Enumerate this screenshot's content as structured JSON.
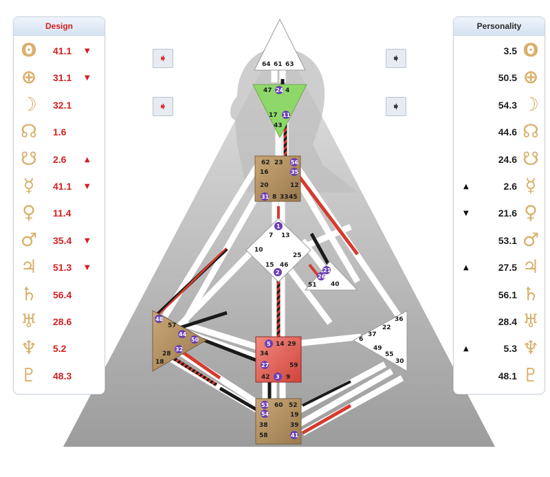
{
  "design": {
    "title": "Design",
    "rows": [
      {
        "icon": "sun-icon",
        "glyph": "ʘ",
        "value": "41.1",
        "marker": "▼"
      },
      {
        "icon": "earth-icon",
        "glyph": "⊕",
        "value": "31.1",
        "marker": "▼"
      },
      {
        "icon": "moon-icon",
        "glyph": "☽",
        "value": "32.1",
        "marker": ""
      },
      {
        "icon": "north-node-icon",
        "glyph": "☊",
        "value": "1.6",
        "marker": ""
      },
      {
        "icon": "south-node-icon",
        "glyph": "☋",
        "value": "2.6",
        "marker": "▲"
      },
      {
        "icon": "mercury-icon",
        "glyph": "☿",
        "value": "41.1",
        "marker": "▼"
      },
      {
        "icon": "venus-icon",
        "glyph": "♀",
        "value": "11.4",
        "marker": ""
      },
      {
        "icon": "mars-icon",
        "glyph": "♂",
        "value": "35.4",
        "marker": "▼"
      },
      {
        "icon": "jupiter-icon",
        "glyph": "♃",
        "value": "51.3",
        "marker": "▼"
      },
      {
        "icon": "saturn-icon",
        "glyph": "♄",
        "value": "56.4",
        "marker": ""
      },
      {
        "icon": "uranus-icon",
        "glyph": "♅",
        "value": "28.6",
        "marker": ""
      },
      {
        "icon": "neptune-icon",
        "glyph": "♆",
        "value": "5.2",
        "marker": ""
      },
      {
        "icon": "pluto-icon",
        "glyph": "♇",
        "value": "48.3",
        "marker": ""
      }
    ]
  },
  "personality": {
    "title": "Personality",
    "rows": [
      {
        "icon": "sun-icon",
        "glyph": "ʘ",
        "value": "3.5",
        "marker": ""
      },
      {
        "icon": "earth-icon",
        "glyph": "⊕",
        "value": "50.5",
        "marker": ""
      },
      {
        "icon": "moon-icon",
        "glyph": "☽",
        "value": "54.3",
        "marker": ""
      },
      {
        "icon": "north-node-icon",
        "glyph": "☊",
        "value": "44.6",
        "marker": ""
      },
      {
        "icon": "south-node-icon",
        "glyph": "☋",
        "value": "24.6",
        "marker": ""
      },
      {
        "icon": "mercury-icon",
        "glyph": "☿",
        "value": "2.6",
        "marker": "▲"
      },
      {
        "icon": "venus-icon",
        "glyph": "♀",
        "value": "21.6",
        "marker": "▼"
      },
      {
        "icon": "mars-icon",
        "glyph": "♂",
        "value": "53.1",
        "marker": ""
      },
      {
        "icon": "jupiter-icon",
        "glyph": "♃",
        "value": "27.5",
        "marker": "▲"
      },
      {
        "icon": "saturn-icon",
        "glyph": "♄",
        "value": "56.1",
        "marker": ""
      },
      {
        "icon": "uranus-icon",
        "glyph": "♅",
        "value": "28.4",
        "marker": ""
      },
      {
        "icon": "neptune-icon",
        "glyph": "♆",
        "value": "5.3",
        "marker": "▲"
      },
      {
        "icon": "pluto-icon",
        "glyph": "♇",
        "value": "48.1",
        "marker": ""
      }
    ]
  },
  "arrows": {
    "design_top": "➧",
    "design_bottom": "➧",
    "personality_top": "➧",
    "personality_bottom": "➧"
  },
  "colors": {
    "design": "#d21f1f",
    "personality": "#1c1c1c",
    "glyph": "#d8b06a",
    "throat_center": "#a88a5e",
    "ajna": "#8ed86a",
    "sacral": "#e2655a"
  },
  "bodygraph": {
    "head_gates": [
      "64",
      "61",
      "63"
    ],
    "ajna_gates": [
      "47",
      "24",
      "4",
      "17",
      "11",
      "43"
    ],
    "throat_gates": [
      "62",
      "23",
      "56",
      "16",
      "35",
      "12",
      "20",
      "31",
      "8",
      "33",
      "45"
    ],
    "g_gates": [
      "1",
      "7",
      "13",
      "10",
      "25",
      "15",
      "46",
      "2"
    ],
    "heart_gates": [
      "21",
      "26",
      "51",
      "40"
    ],
    "spleen_gates": [
      "48",
      "57",
      "44",
      "50",
      "32",
      "28",
      "18"
    ],
    "sacral_gates": [
      "5",
      "14",
      "29",
      "34",
      "27",
      "59",
      "42",
      "3",
      "9"
    ],
    "solar_plexus_gates": [
      "36",
      "22",
      "37",
      "6",
      "49",
      "55",
      "30"
    ],
    "root_gates": [
      "53",
      "60",
      "52",
      "54",
      "19",
      "38",
      "39",
      "58",
      "41"
    ]
  }
}
